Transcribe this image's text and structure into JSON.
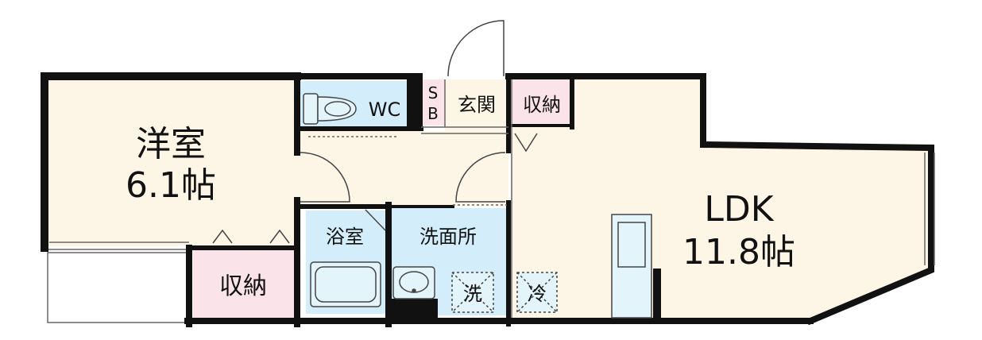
{
  "rooms": {
    "western_room": {
      "name": "洋室",
      "size": "6.1帖"
    },
    "ldk": {
      "name": "LDK",
      "size": "11.8帖"
    },
    "wc": {
      "name": "WC"
    },
    "shoe_box": {
      "line1": "S",
      "line2": "B"
    },
    "entrance": {
      "name": "玄関"
    },
    "storage_top": {
      "name": "収納"
    },
    "storage_bottom": {
      "name": "収納"
    },
    "bath": {
      "name": "浴室"
    },
    "washroom": {
      "name": "洗面所"
    }
  },
  "fixtures": {
    "washer": {
      "label": "洗"
    },
    "fridge": {
      "label": "冷"
    }
  },
  "colors": {
    "wall": "#111111",
    "floor": "#fdf6e6",
    "wet_area": "#d3eefa",
    "storage": "#fbe3ea",
    "fixture_fill": "#e3f4fb"
  }
}
